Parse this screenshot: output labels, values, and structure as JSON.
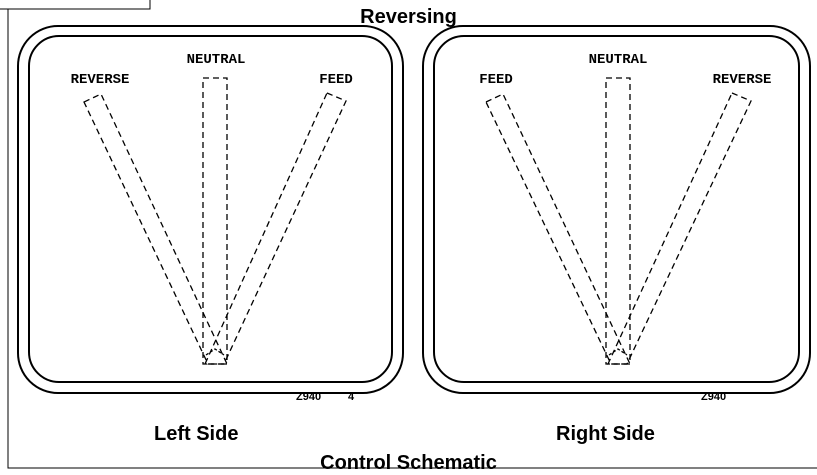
{
  "title": "Reversing",
  "caption": "Control Schematic",
  "panels": [
    {
      "side_label": "Left Side",
      "left_label": "REVERSE",
      "center_label": "NEUTRAL",
      "right_label": "FEED",
      "code": "Z940",
      "code_suffix": "4"
    },
    {
      "side_label": "Right Side",
      "left_label": "FEED",
      "center_label": "NEUTRAL",
      "right_label": "REVERSE",
      "code": "Z940",
      "code_suffix": ""
    }
  ]
}
